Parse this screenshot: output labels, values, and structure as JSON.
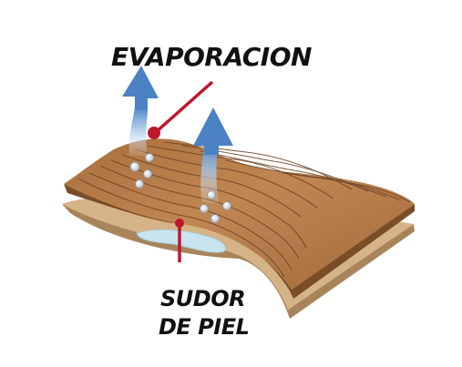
{
  "labels": {
    "evaporation": "EVAPORACION",
    "sweat_line1": "SUDOR",
    "sweat_line2": "DE PIEL"
  },
  "colors": {
    "leather_top": "#b9804e",
    "leather_dark": "#8a5a2f",
    "leather_bottom": "#d8b488",
    "leather_bottom_edge": "#a8845a",
    "grain_lines": "#6e4526",
    "sweat": "#c9e4ee",
    "arrow": "#4a82c4",
    "pointer": "#c0172e",
    "text": "#111111"
  }
}
